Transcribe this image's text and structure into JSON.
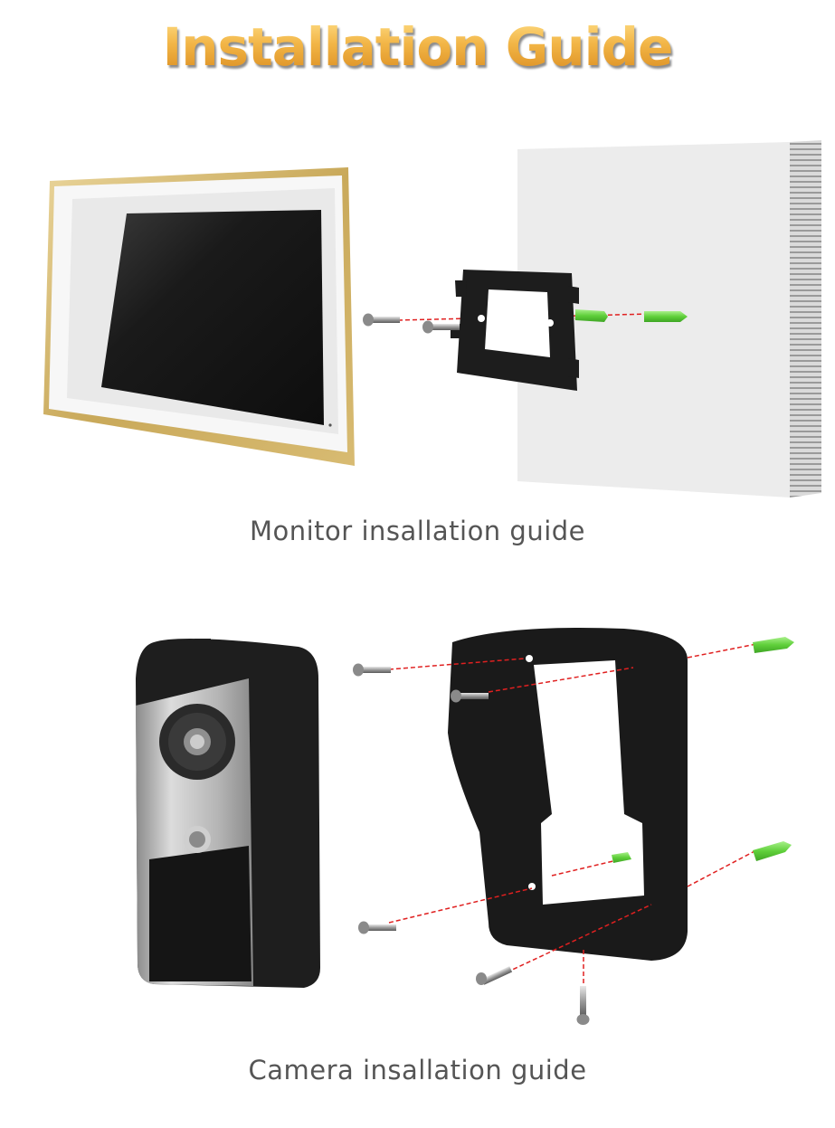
{
  "page": {
    "title": "Installation Guide",
    "monitor_caption": "Monitor insallation guide",
    "camera_caption": "Camera insallation guide"
  },
  "colors": {
    "title_gold": "#e5a63a",
    "frame_gold": "#c9a95a",
    "screen": "#1c1c1c",
    "wall": "#ececec",
    "anchor_green": "#6fdc4c",
    "guide_line_red": "#e02020",
    "bracket_black": "#1a1a1a",
    "camera_silver": "#b9b9b9"
  },
  "icons": [
    "monitor-illustration",
    "wall-illustration",
    "mounting-bracket-illustration",
    "screw-icon",
    "wall-anchor-icon",
    "doorbell-camera-illustration",
    "rain-cover-illustration"
  ]
}
